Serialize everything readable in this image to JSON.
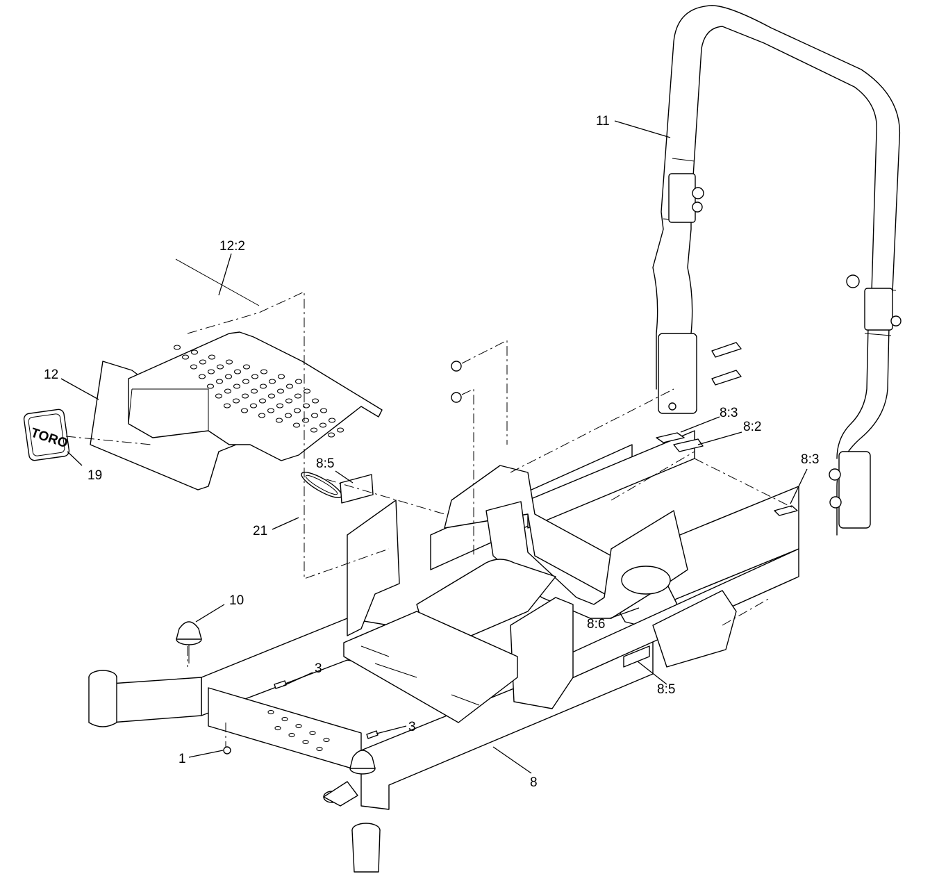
{
  "callouts": [
    {
      "id": "c1",
      "label": "1"
    },
    {
      "id": "c3a",
      "label": "3"
    },
    {
      "id": "c3b",
      "label": "3"
    },
    {
      "id": "c8",
      "label": "8"
    },
    {
      "id": "c8_2",
      "label": "8:2"
    },
    {
      "id": "c8_3a",
      "label": "8:3"
    },
    {
      "id": "c8_3b",
      "label": "8:3"
    },
    {
      "id": "c8_5a",
      "label": "8:5"
    },
    {
      "id": "c8_5b",
      "label": "8:5"
    },
    {
      "id": "c8_6",
      "label": "8:6"
    },
    {
      "id": "c10",
      "label": "10"
    },
    {
      "id": "c11",
      "label": "11"
    },
    {
      "id": "c12",
      "label": "12"
    },
    {
      "id": "c12_2",
      "label": "12:2"
    },
    {
      "id": "c19",
      "label": "19"
    },
    {
      "id": "c21",
      "label": "21"
    }
  ],
  "logo_text": "TORO"
}
